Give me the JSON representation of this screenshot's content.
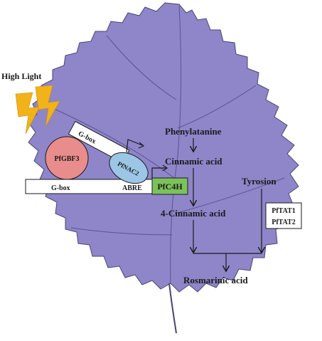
{
  "colors": {
    "leaf_fill": "#8e86c9",
    "leaf_stroke": "#4a4470",
    "lightning": "#f2b21a",
    "pfgbf3_fill": "#e98c8c",
    "pfnac2_fill": "#9cc6e6",
    "pfc4h_fill": "#7cc25b",
    "box_fill": "#ffffff",
    "text": "#1a1a1a"
  },
  "labels": {
    "high_light": "High Light",
    "pfgbf3": "PfGBF3",
    "pfnac2": "PfNAC2",
    "gbox_upper": "G-box",
    "gbox_lower": "G-box",
    "abre": "ABRE",
    "pfc4h": "PfC4H"
  },
  "pathway": {
    "phenylalanine": "Phenylatanine",
    "cinnamic_acid": "Cinnamic acid",
    "four_cinnamic_acid": "4-Cinnamic acid",
    "tyrosion": "Tyrosion",
    "pftat1": "PfTAT1",
    "pftat2": "PfTAT2",
    "rosmarinic_acid": "Rosmarinic acid"
  },
  "icons": [
    "lightning-bolt-icon",
    "lightning-bolt-icon"
  ]
}
